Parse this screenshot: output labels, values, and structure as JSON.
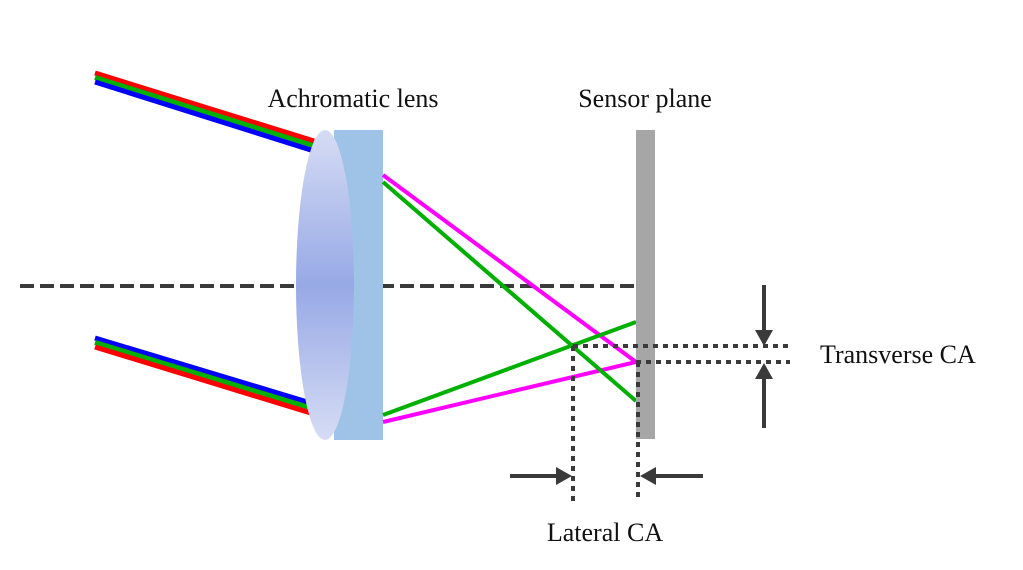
{
  "diagram": {
    "title": "Chromatic aberration with an achromatic lens",
    "labels": {
      "lens": "Achromatic lens",
      "sensor": "Sensor plane",
      "transverse": "Transverse CA",
      "lateral": "Lateral CA"
    },
    "colors": {
      "red": "#ff0000",
      "green": "#00b000",
      "blue": "#0000ff",
      "magenta": "#ff00ff",
      "axis": "#3a3a3a",
      "sensor": "#a6a6a6",
      "lens_flat": "#9fc3e6",
      "lens_curve_edge": "#d4daf4",
      "lens_curve_center": "#97a9e6",
      "arrow": "#3a3a3a"
    },
    "incoming_rays": {
      "top_bundle_order": [
        "red",
        "green",
        "blue"
      ],
      "bottom_bundle_order": [
        "blue",
        "green",
        "red"
      ]
    },
    "refracted_rays": [
      "magenta",
      "green"
    ],
    "elements": [
      "optical-axis",
      "achromatic-lens",
      "sensor-plane",
      "transverse-ca-indicator",
      "lateral-ca-indicator"
    ]
  }
}
